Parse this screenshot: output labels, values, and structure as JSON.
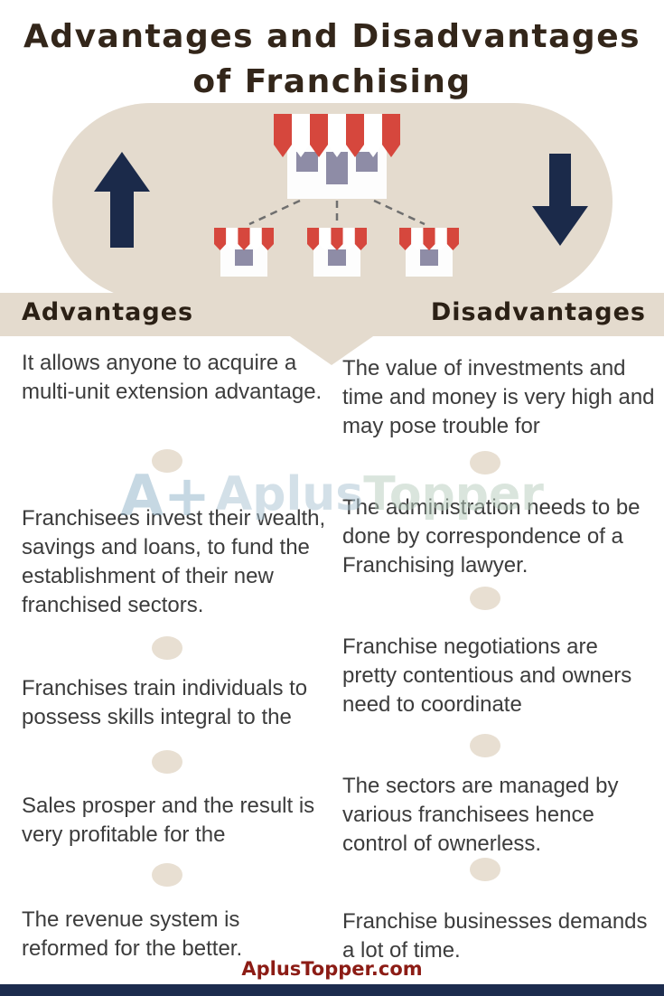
{
  "title": {
    "line1": "Advantages and Disadvantages",
    "line2": "of Franchising"
  },
  "advantages": {
    "header": "Advantages",
    "items": [
      "It allows anyone to acquire a multi-unit extension advantage.",
      "Franchisees invest their wealth, savings and loans, to fund the establishment of their new franchised sectors.",
      "Franchises train individuals to possess skills integral to the",
      "Sales prosper and the result is very profitable for the",
      "The revenue system is reformed for the better."
    ]
  },
  "disadvantages": {
    "header": "Disadvantages",
    "items": [
      "The value of investments and time and money is very high and may pose trouble for",
      "The administration needs to be done by correspondence of a Franchising lawyer.",
      "Franchise negotiations are pretty contentious and owners need to coordinate",
      "The sectors are managed by various franchisees hence control of ownerless.",
      "Franchise businesses demands a lot of time."
    ]
  },
  "watermark": {
    "logo": "A+",
    "part1": "Aplus",
    "part2": "Topper"
  },
  "footer": {
    "site": "AplusTopper.com"
  },
  "colors": {
    "beige": "#e4dbce",
    "navy": "#1b2a4a",
    "awning_red": "#d6473d",
    "window_gray": "#8e8ca6",
    "footer_text": "#8c1c15",
    "body_text": "#3c3c3c"
  }
}
